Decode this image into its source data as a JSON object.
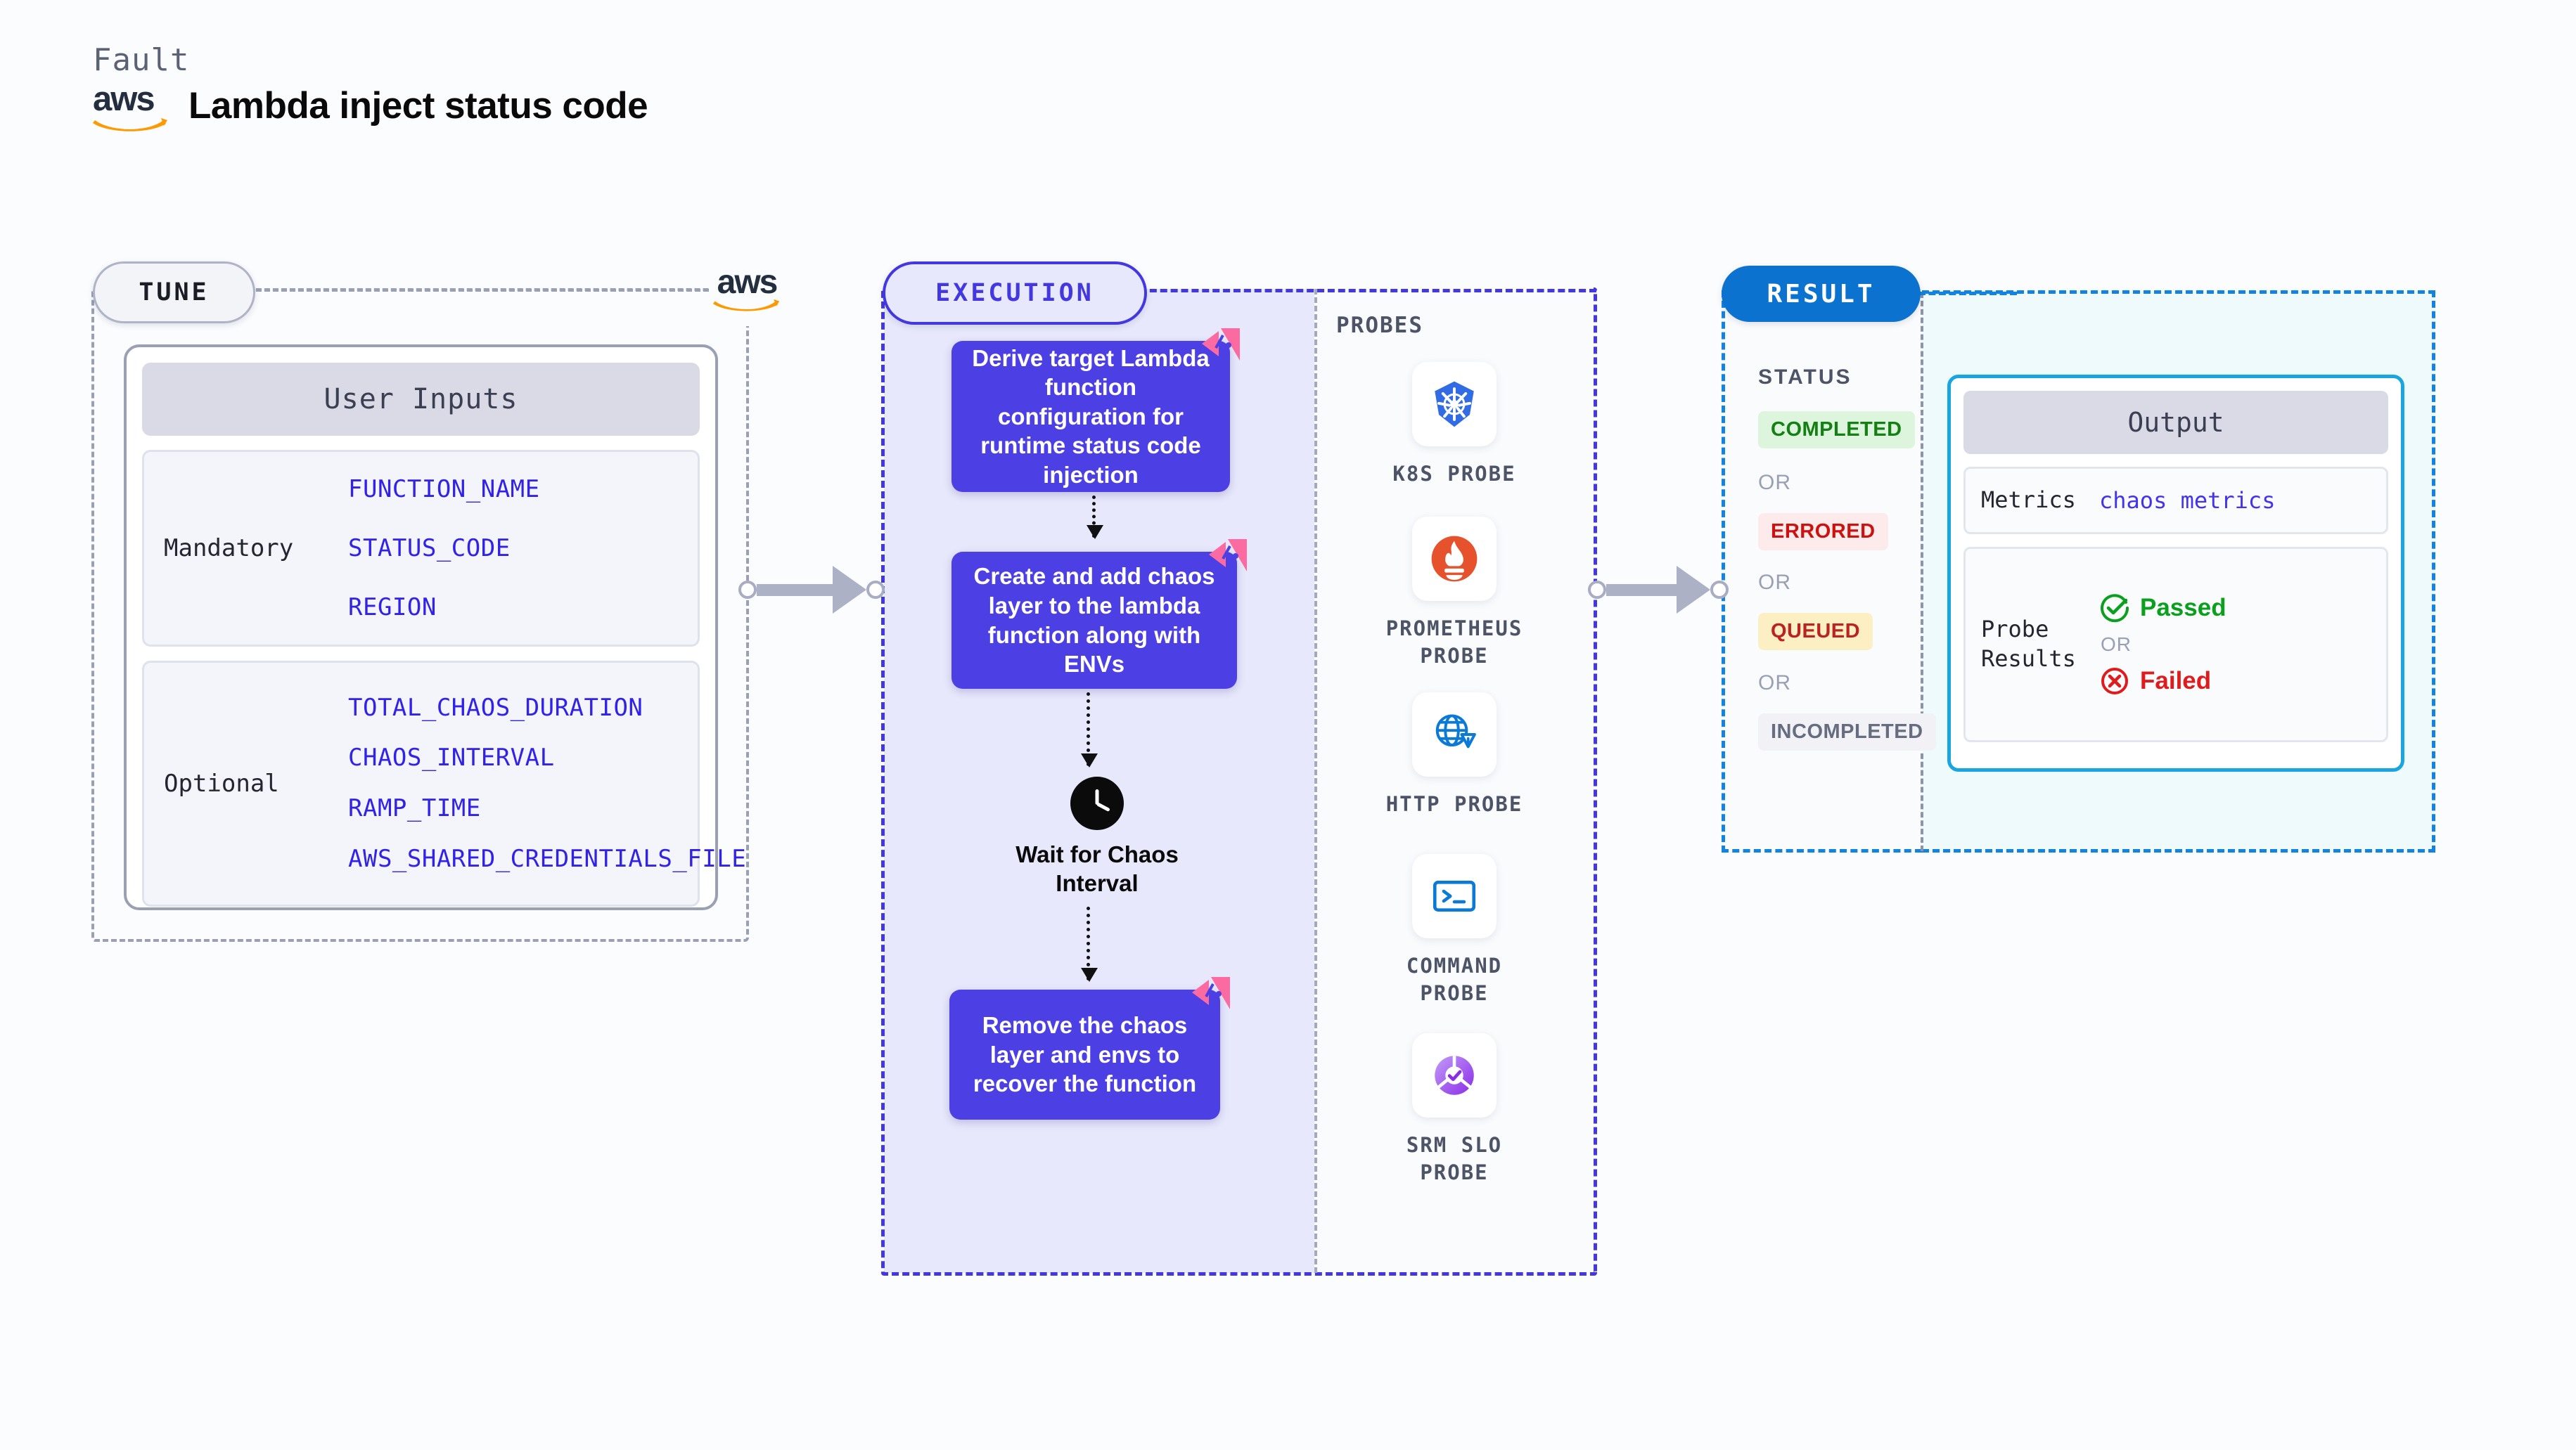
{
  "header": {
    "fault_label": "Fault",
    "title": "Lambda inject status code",
    "logo_text": "aws",
    "logo_name": "aws-logo"
  },
  "tune": {
    "badge": "TUNE",
    "card_header": "User Inputs",
    "groups": [
      {
        "label": "Mandatory",
        "params": [
          "FUNCTION_NAME",
          "STATUS_CODE",
          "REGION"
        ]
      },
      {
        "label": "Optional",
        "params": [
          "TOTAL_CHAOS_DURATION",
          "CHAOS_INTERVAL",
          "RAMP_TIME",
          "AWS_SHARED_CREDENTIALS_FILE"
        ]
      }
    ]
  },
  "execution": {
    "badge": "EXECUTION",
    "steps": [
      "Derive target Lambda function configuration for runtime status code injection",
      "Create and add chaos layer to the lambda function along with ENVs"
    ],
    "wait_node": {
      "icon": "clock-icon",
      "label": "Wait for Chaos Interval"
    },
    "final_step": "Remove the chaos layer and envs to recover the function"
  },
  "probes": {
    "title": "PROBES",
    "items": [
      {
        "label": "K8S PROBE",
        "icon": "kubernetes-icon"
      },
      {
        "label": "PROMETHEUS PROBE",
        "icon": "prometheus-icon"
      },
      {
        "label": "HTTP PROBE",
        "icon": "http-globe-icon"
      },
      {
        "label": "COMMAND PROBE",
        "icon": "terminal-icon"
      },
      {
        "label": "SRM SLO PROBE",
        "icon": "srm-slo-icon"
      }
    ]
  },
  "result": {
    "badge": "RESULT",
    "status_title": "STATUS",
    "or_label": "OR",
    "statuses": [
      {
        "label": "COMPLETED",
        "color": "#148014",
        "bg": "#dcf5dc"
      },
      {
        "label": "ERRORED",
        "color": "#cc1111",
        "bg": "#fdeaea"
      },
      {
        "label": "QUEUED",
        "color": "#bb2222",
        "bg": "#fdefc4"
      },
      {
        "label": "INCOMPLETED",
        "color": "#666d80",
        "bg": "#f1f1f6"
      }
    ],
    "output": {
      "header": "Output",
      "metrics_label": "Metrics",
      "metrics_value": "chaos metrics",
      "probe_results_label": "Probe Results",
      "passed": "Passed",
      "failed": "Failed",
      "or_label": "OR"
    }
  },
  "colors": {
    "accent_purple": "#4c3fe4",
    "accent_blue": "#0b72d0",
    "accent_cyan": "#18a5e0",
    "param_blue": "#3022e8",
    "pink_marker": "#fb6aa0"
  }
}
